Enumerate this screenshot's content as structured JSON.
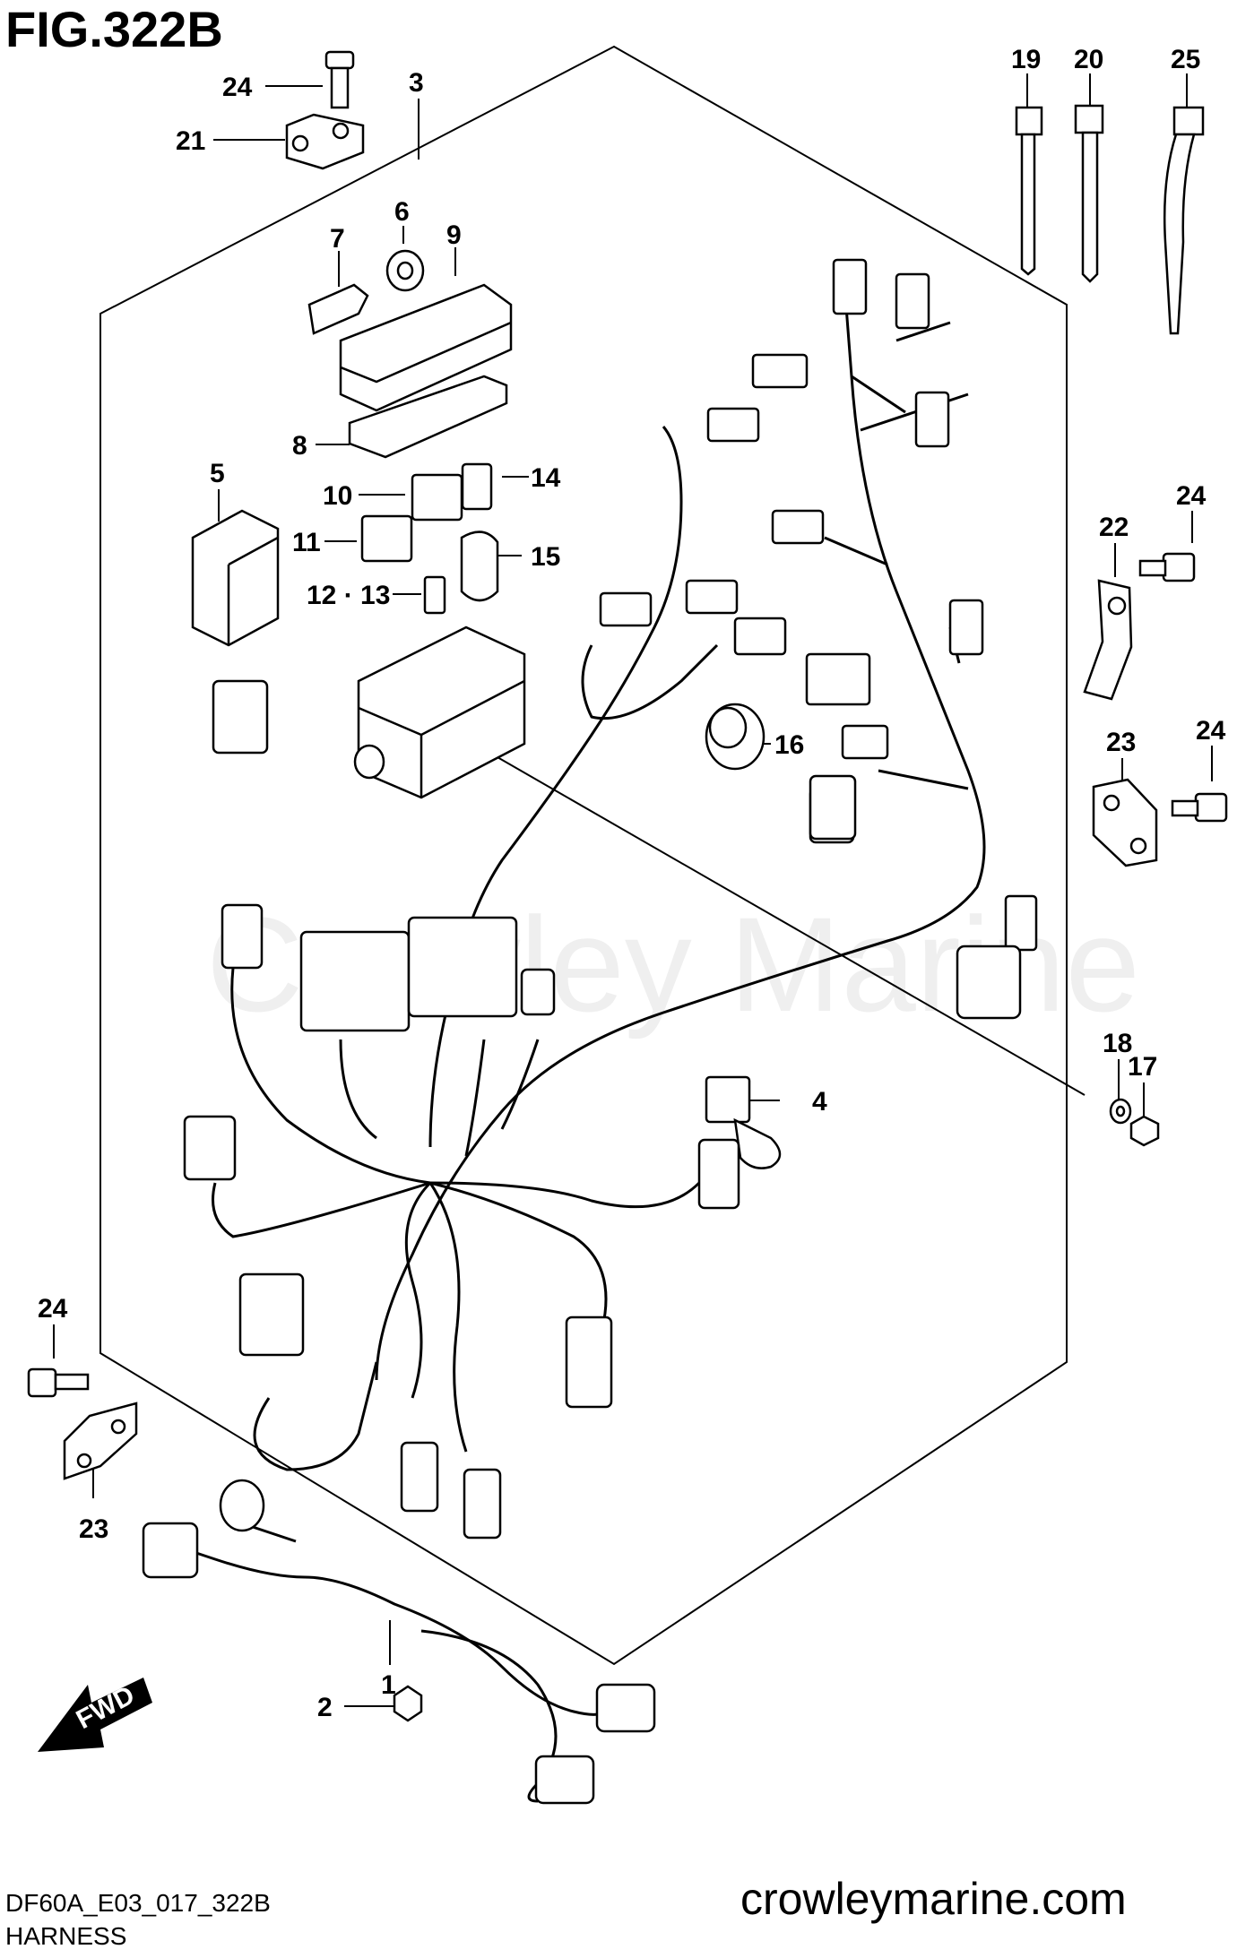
{
  "figure": {
    "title": "FIG.322B",
    "code": "DF60A_E03_017_322B",
    "caption": "HARNESS",
    "website": "crowleymarine.com",
    "watermark": "Crowley Marine",
    "fwd_label": "FWD"
  },
  "callouts": [
    {
      "label": "24"
    },
    {
      "label": "21"
    },
    {
      "label": "3"
    },
    {
      "label": "6"
    },
    {
      "label": "7"
    },
    {
      "label": "9"
    },
    {
      "label": "8"
    },
    {
      "label": "5"
    },
    {
      "label": "10"
    },
    {
      "label": "14"
    },
    {
      "label": "11"
    },
    {
      "label": "15"
    },
    {
      "label": "12 · 13"
    },
    {
      "label": "16"
    },
    {
      "label": "4"
    },
    {
      "label": "19"
    },
    {
      "label": "20"
    },
    {
      "label": "25"
    },
    {
      "label": "22"
    },
    {
      "label": "24"
    },
    {
      "label": "23"
    },
    {
      "label": "24"
    },
    {
      "label": "18"
    },
    {
      "label": "17"
    },
    {
      "label": "24"
    },
    {
      "label": "23"
    },
    {
      "label": "1"
    },
    {
      "label": "2"
    }
  ]
}
